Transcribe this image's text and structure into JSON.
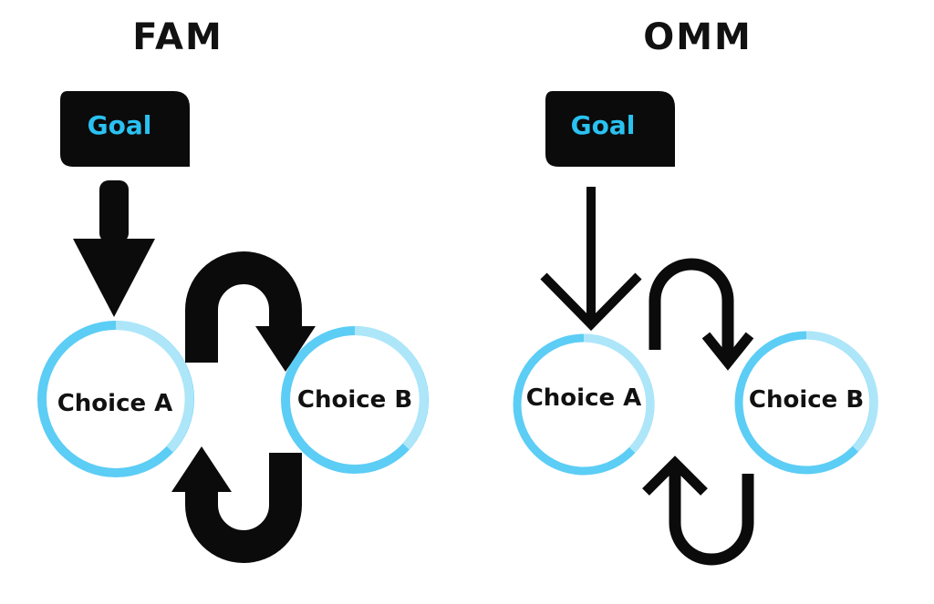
{
  "colors": {
    "goal_box": "#0b0b0b",
    "goal_text": "#29c2f2",
    "ring_main": "#5ccdf5",
    "ring_light": "#aee6f9",
    "arrow": "#0b0b0b"
  },
  "fam": {
    "title": "FAM",
    "goal_label": "Goal",
    "choice_a": "Choice A",
    "choice_b": "Choice B",
    "arrow_style": "thick"
  },
  "omm": {
    "title": "OMM",
    "goal_label": "Goal",
    "choice_a": "Choice A",
    "choice_b": "Choice B",
    "arrow_style": "thin"
  }
}
